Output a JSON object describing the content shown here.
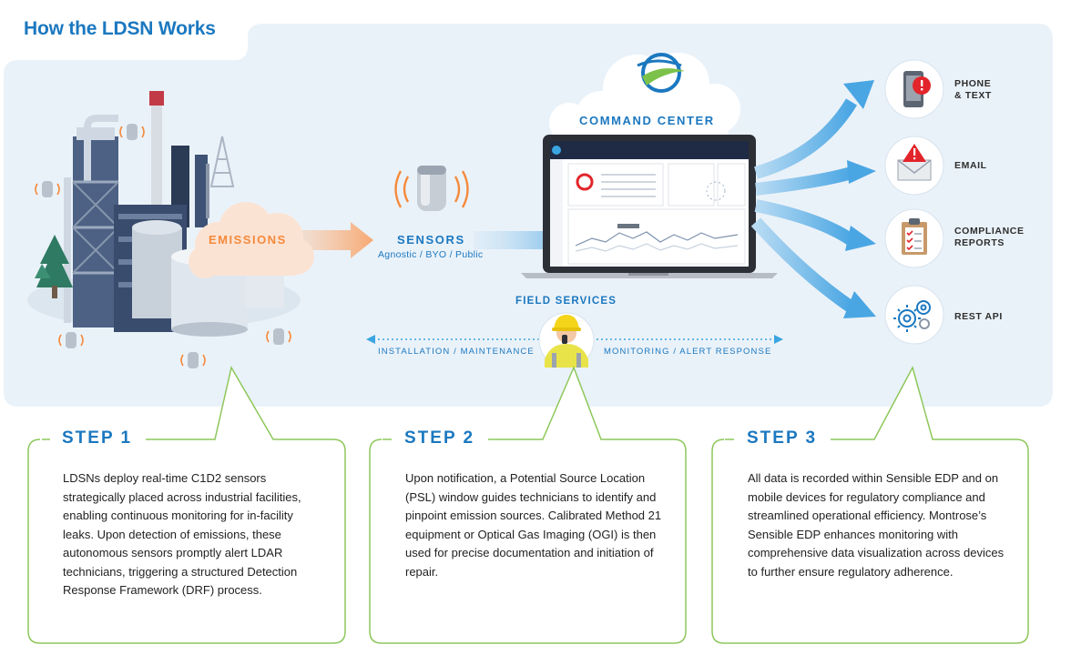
{
  "title": "How the LDSN Works",
  "diagram": {
    "emissions_label": "EMISSIONS",
    "sensors_label": "SENSORS",
    "sensors_sub": "Agnostic / BYO / Public",
    "command_center_label": "COMMAND CENTER",
    "field_services_label": "FIELD SERVICES",
    "installation_label": "INSTALLATION / MAINTENANCE",
    "monitoring_label": "MONITORING / ALERT RESPONSE",
    "outputs": [
      {
        "line1": "PHONE",
        "line2": "& TEXT",
        "icon": "phone-alert-icon"
      },
      {
        "line1": "EMAIL",
        "line2": "",
        "icon": "email-alert-icon"
      },
      {
        "line1": "COMPLIANCE",
        "line2": "REPORTS",
        "icon": "clipboard-icon"
      },
      {
        "line1": "REST API",
        "line2": "",
        "icon": "gears-icon"
      }
    ],
    "colors": {
      "brand_blue": "#1b78c0",
      "emissions_orange": "#f58a3c",
      "panel_bg": "#eaf2f9",
      "step_green": "#8dc75b",
      "alert_red": "#e2252b"
    }
  },
  "steps": [
    {
      "title": "STEP 1",
      "text": "LDSNs deploy real-time C1D2 sensors strategically placed across industrial facilities, enabling continuous monitoring for in-facility leaks. Upon detection of emissions, these autonomous sensors promptly alert LDAR technicians, triggering a structured Detection Response Framework (DRF) process."
    },
    {
      "title": "STEP 2",
      "text": "Upon notification, a Potential Source Location (PSL) window guides technicians to identify and pinpoint emission sources. Calibrated Method 21 equipment or Optical Gas Imaging (OGI) is then used for precise documentation and initiation of repair."
    },
    {
      "title": "STEP 3",
      "text": "All data is recorded within Sensible EDP and on mobile devices for regulatory compliance and streamlined operational efficiency. Montrose’s Sensible EDP enhances monitoring with comprehensive data visualization across devices to further ensure regulatory adherence."
    }
  ]
}
